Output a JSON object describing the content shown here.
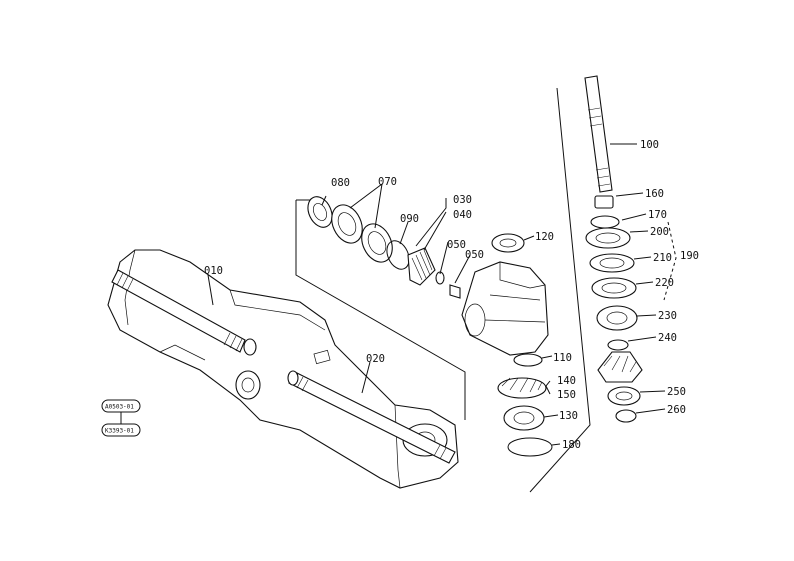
{
  "labels": {
    "p010": "010",
    "p020": "020",
    "p030": "030",
    "p040": "040",
    "p050a": "050",
    "p050b": "050",
    "p070": "070",
    "p080": "080",
    "p090": "090",
    "p100": "100",
    "p110": "110",
    "p120": "120",
    "p130": "130",
    "p140": "140",
    "p150": "150",
    "p160": "160",
    "p170": "170",
    "p180": "180",
    "p190": "190",
    "p200": "200",
    "p210": "210",
    "p220": "220",
    "p230": "230",
    "p240": "240",
    "p250": "250",
    "p260": "260"
  },
  "refs": {
    "ref_top": "A0503-01",
    "ref_bottom": "K3393-01"
  }
}
